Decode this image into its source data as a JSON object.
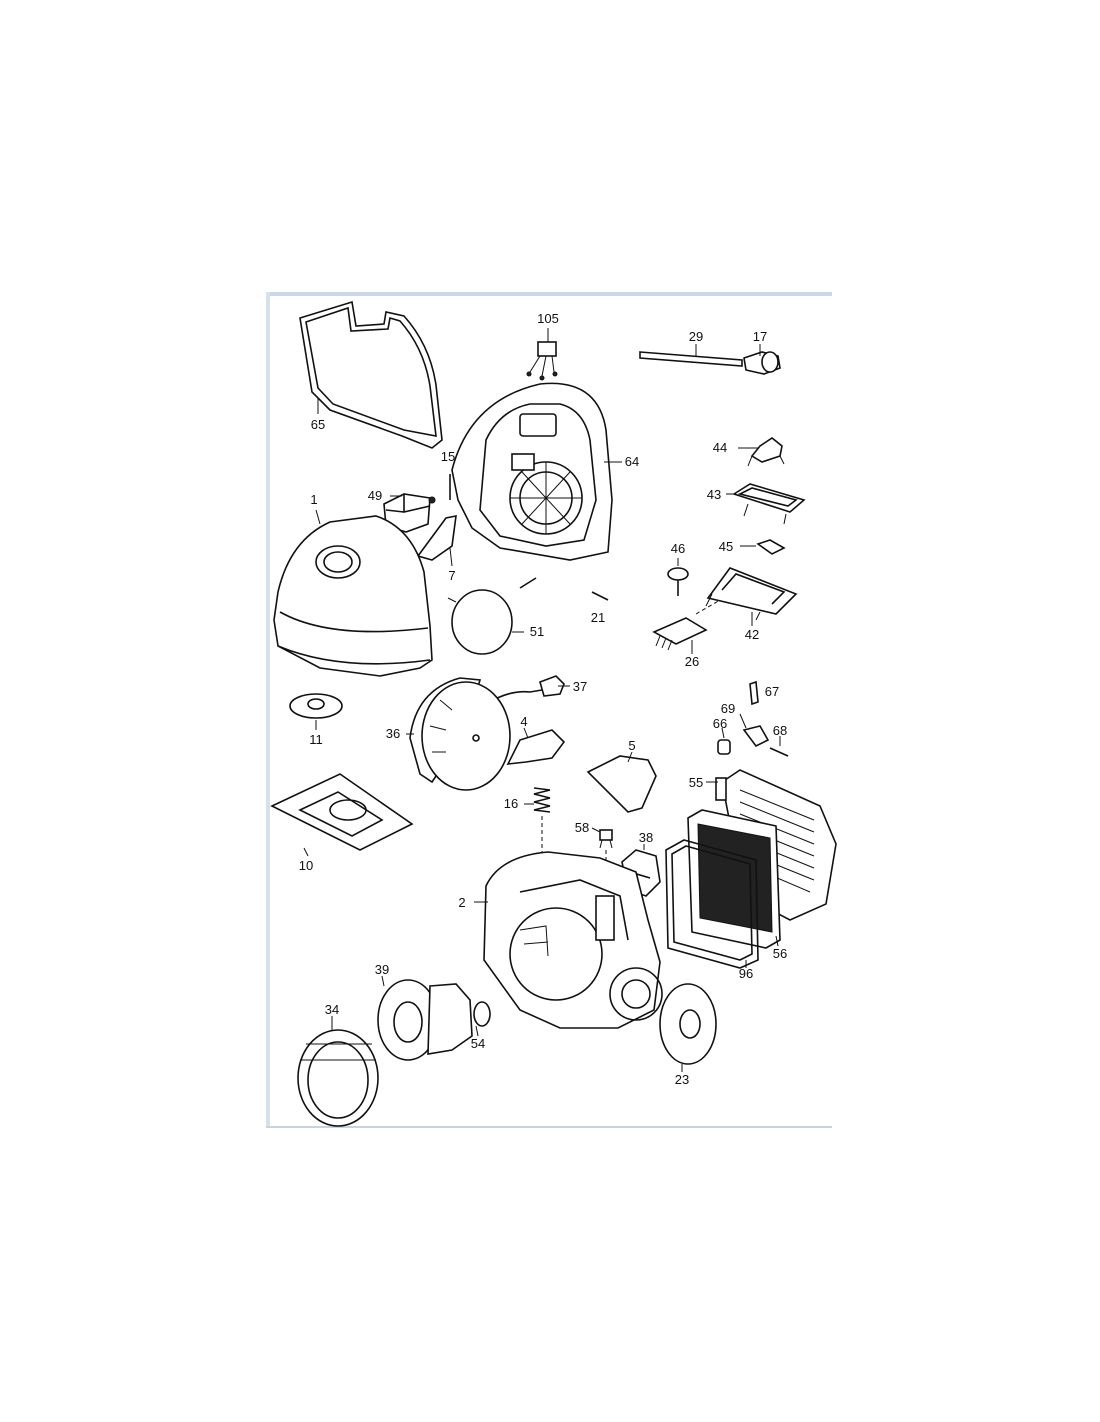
{
  "callouts": {
    "c105": "105",
    "c29": "29",
    "c17": "17",
    "c65": "65",
    "c64": "64",
    "c15": "15",
    "c49": "49",
    "c1": "1",
    "c44": "44",
    "c43": "43",
    "c46": "46",
    "c45": "45",
    "c7": "7",
    "c21": "21",
    "c51": "51",
    "c42": "42",
    "c26": "26",
    "c37": "37",
    "c67": "67",
    "c69": "69",
    "c66": "66",
    "c68": "68",
    "c36": "36",
    "c11": "11",
    "c4": "4",
    "c5": "5",
    "c55": "55",
    "c16": "16",
    "c58": "58",
    "c38": "38",
    "c10": "10",
    "c2": "2",
    "c96": "96",
    "c56": "56",
    "c39": "39",
    "c34": "34",
    "c54": "54",
    "c23": "23"
  }
}
